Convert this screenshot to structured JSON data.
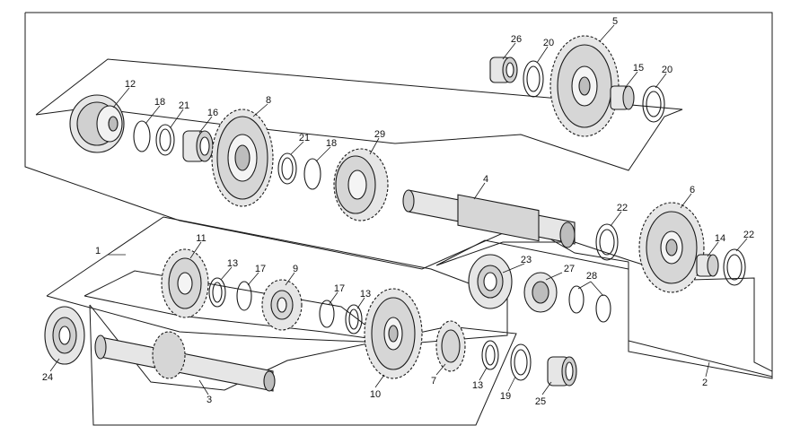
{
  "labels": {
    "n1": "1",
    "n2": "2",
    "n3": "3",
    "n4": "4",
    "n5": "5",
    "n6": "6",
    "n7": "7",
    "n8": "8",
    "n9": "9",
    "n10": "10",
    "n11": "11",
    "n12": "12",
    "n13a": "13",
    "n13b": "13",
    "n13c": "13",
    "n14": "14",
    "n15": "15",
    "n16": "16",
    "n17a": "17",
    "n17b": "17",
    "n18a": "18",
    "n18b": "18",
    "n19": "19",
    "n20a": "20",
    "n20b": "20",
    "n21a": "21",
    "n21b": "21",
    "n22a": "22",
    "n22b": "22",
    "n23": "23",
    "n24": "24",
    "n25": "25",
    "n26": "26",
    "n27": "27",
    "n28": "28",
    "n29": "29"
  },
  "colors": {
    "line": "#1a1a1a",
    "part_fill": "#e6e6e6",
    "part_shade": "#bdbdbd",
    "background": "#ffffff"
  }
}
